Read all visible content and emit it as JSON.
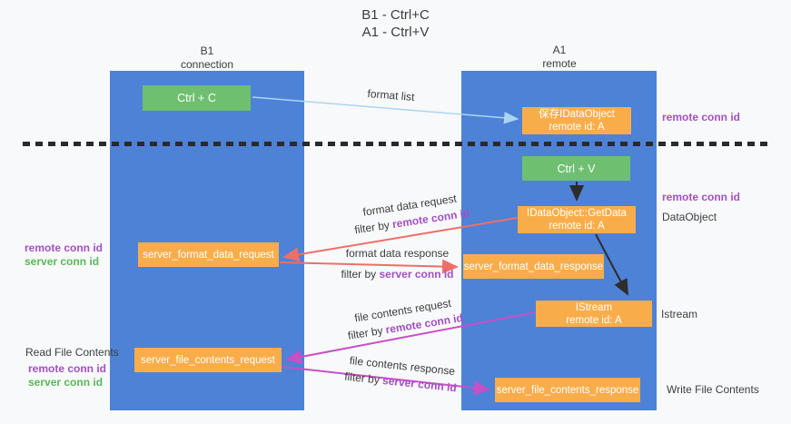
{
  "title": {
    "line1": "B1 - Ctrl+C",
    "line2": "A1 - Ctrl+V"
  },
  "lanes": {
    "left": {
      "title": "B1",
      "subtitle": "connection"
    },
    "right": {
      "title": "A1",
      "subtitle": "remote"
    }
  },
  "nodes": {
    "ctrl_c": {
      "label": "Ctrl + C"
    },
    "ctrl_v": {
      "label": "Ctrl + V"
    },
    "saved_idataobject": {
      "line1": "保存IDataObject",
      "line2": "remote id: A"
    },
    "getdata": {
      "line1": "IDataObject::GetData",
      "line2": "remote id: A"
    },
    "istream": {
      "line1": "IStream",
      "line2": "remote id: A"
    },
    "server_format_data_request": {
      "label": "server_format_data_request"
    },
    "server_format_data_response": {
      "label": "server_format_data_response"
    },
    "server_file_contents_request": {
      "label": "server_file_contents_request"
    },
    "server_file_contents_response": {
      "label": "server_file_contents_response"
    }
  },
  "flow_labels": {
    "format_list": {
      "text": "format list"
    },
    "format_data_request": {
      "line1": "format data request",
      "filter_prefix": "filter by ",
      "filter_key": "remote conn id"
    },
    "format_data_response": {
      "line1": "format data response",
      "filter_prefix": "filter by ",
      "filter_key": "server conn id"
    },
    "file_contents_request": {
      "line1": "file contents request",
      "filter_prefix": "filter by ",
      "filter_key": "remote conn id"
    },
    "file_contents_response": {
      "line1": "file contents response",
      "filter_prefix": "filter by ",
      "filter_key": "server conn id"
    }
  },
  "annotations": {
    "right_remote_conn_top": "remote conn id",
    "right_remote_conn_mid": "remote conn id",
    "right_dataobject": "DataObject",
    "right_istream": "Istream",
    "right_write_file": "Write File Contents",
    "left_remote_conn_1": "remote conn id",
    "left_server_conn_1": "server conn id",
    "left_read_file": "Read File Contents",
    "left_remote_conn_2": "remote conn id",
    "left_server_conn_2": "server conn id"
  },
  "colors": {
    "lane_blue": "#4d82d6",
    "node_green": "#6fbf71",
    "node_orange": "#f9ad4a",
    "arrow_salmon": "#ec6f6a",
    "arrow_magenta": "#c750c7",
    "arrow_lightblue": "#a9d6f2",
    "arrow_black": "#2d2d2d",
    "keyword_purple": "#a44fc4",
    "keyword_green": "#58b858"
  }
}
